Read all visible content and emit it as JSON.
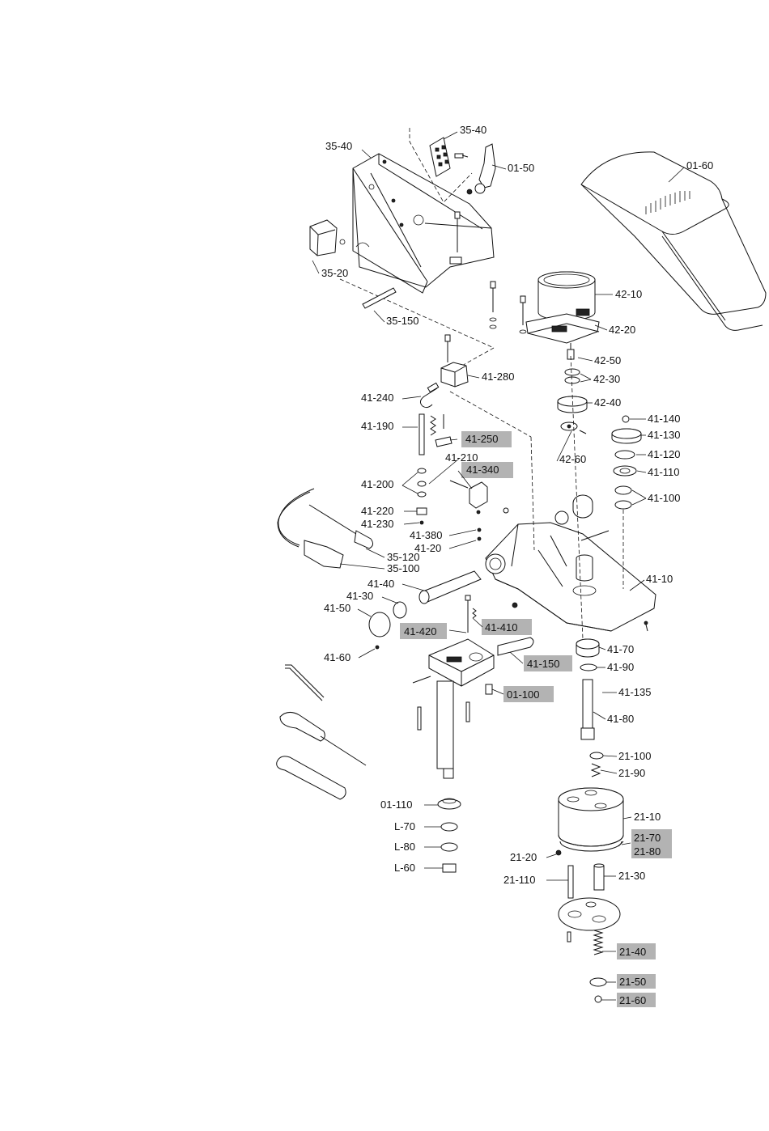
{
  "diagram": {
    "labels": {
      "l_35_40_a": "35-40",
      "l_35_40_b": "35-40",
      "l_01_50": "01-50",
      "l_01_60": "01-60",
      "l_35_20": "35-20",
      "l_35_150": "35-150",
      "l_42_10": "42-10",
      "l_42_20": "42-20",
      "l_42_50": "42-50",
      "l_42_30": "42-30",
      "l_42_40": "42-40",
      "l_42_60": "42-60",
      "l_41_280": "41-280",
      "l_41_240": "41-240",
      "l_41_190": "41-190",
      "l_41_250": "41-250",
      "l_41_210": "41-210",
      "l_41_340": "41-340",
      "l_41_200": "41-200",
      "l_41_220": "41-220",
      "l_41_230": "41-230",
      "l_41_380": "41-380",
      "l_41_20": "41-20",
      "l_35_120": "35-120",
      "l_35_100": "35-100",
      "l_41_140": "41-140",
      "l_41_130": "41-130",
      "l_41_120": "41-120",
      "l_41_110": "41-110",
      "l_41_100": "41-100",
      "l_41_10": "41-10",
      "l_41_40": "41-40",
      "l_41_30": "41-30",
      "l_41_50": "41-50",
      "l_41_60": "41-60",
      "l_41_420": "41-420",
      "l_41_410": "41-410",
      "l_41_150": "41-150",
      "l_01_100": "01-100",
      "l_41_70": "41-70",
      "l_41_90": "41-90",
      "l_41_135": "41-135",
      "l_41_80": "41-80",
      "l_21_100": "21-100",
      "l_21_90": "21-90",
      "l_01_110": "01-110",
      "l_L_70": "L-70",
      "l_L_80": "L-80",
      "l_L_60": "L-60",
      "l_21_10": "21-10",
      "l_21_70": "21-70",
      "l_21_80": "21-80",
      "l_21_20": "21-20",
      "l_21_110": "21-110",
      "l_21_30": "21-30",
      "l_21_40": "21-40",
      "l_21_50": "21-50",
      "l_21_60": "21-60"
    },
    "colors": {
      "line": "#111111",
      "highlight": "#b3b3b3",
      "background": "#ffffff"
    }
  }
}
